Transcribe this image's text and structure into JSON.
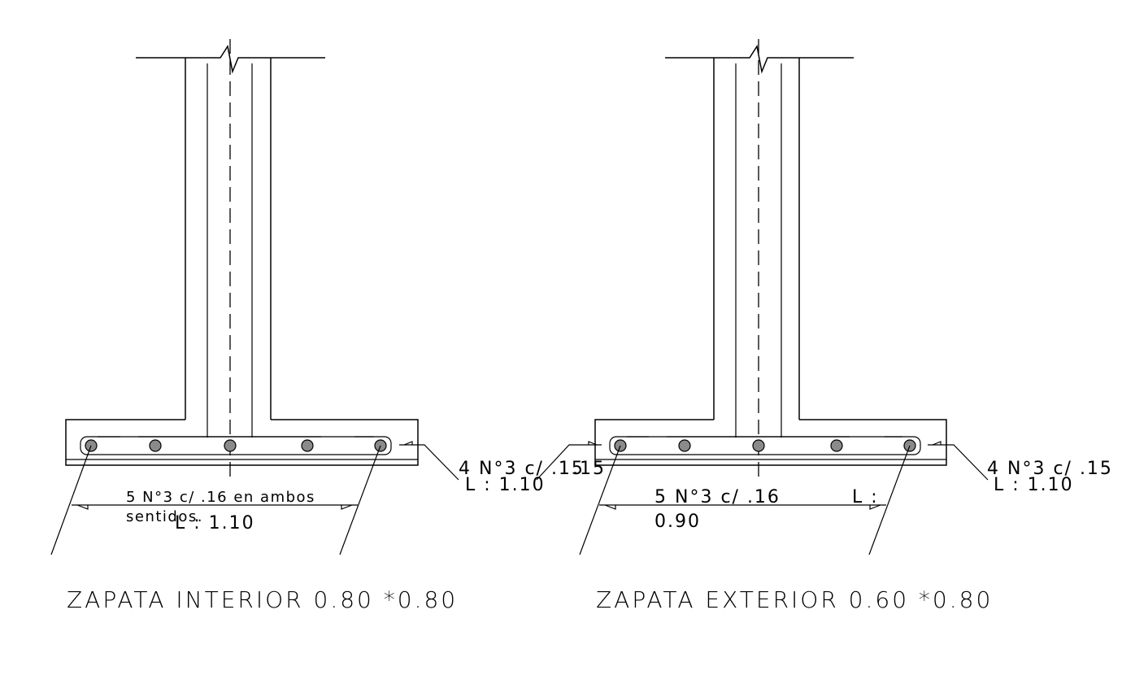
{
  "interior": {
    "title": "ZAPATA INTERIOR 0.80 *0.80",
    "side_label_1": "4 N°3 c/ .15",
    "side_label_2": "L : 1.10",
    "bottom_label_1": "5 N°3 c/ .16 en ambos",
    "bottom_label_2": "sentidos.",
    "bottom_label_3": "L : 1.10"
  },
  "exterior": {
    "title": "ZAPATA EXTERIOR 0.60 *0.80",
    "left_label": ".15",
    "side_label_1": "4 N°3 c/ .15",
    "side_label_2": "L : 1.10",
    "bottom_label_1": "5 N°3 c/ .16",
    "bottom_label_2": "L :",
    "bottom_label_3": "0.90"
  }
}
